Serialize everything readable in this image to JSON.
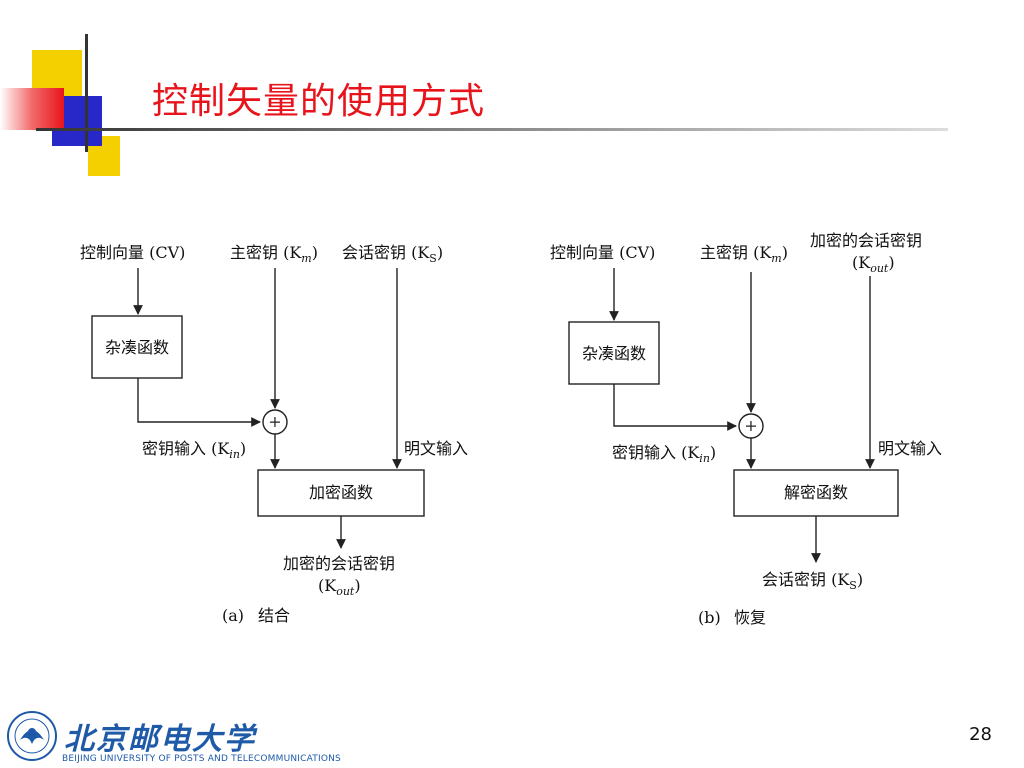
{
  "slide": {
    "title": "控制矢量的使用方式",
    "page_number": "28"
  },
  "diagram_a": {
    "inputs": {
      "cv": "控制向量 (CV)",
      "km": "主密钥 (K",
      "km_sub": "m",
      "ks": "会话密钥 (K",
      "ks_sub": "S"
    },
    "hash_box": "杂凑函数",
    "key_input": "密钥输入 (K",
    "key_input_sub": "in",
    "plaintext_input": "明文输入",
    "func_box": "加密函数",
    "output_line1": "加密的会话密钥",
    "output_line2": "(K",
    "output_sub": "out",
    "caption_tag": "(a)",
    "caption": "结合"
  },
  "diagram_b": {
    "inputs": {
      "cv": "控制向量 (CV)",
      "km": "主密钥 (K",
      "km_sub": "m",
      "enc_key_line1": "加密的会话密钥",
      "enc_key_line2": "(K",
      "enc_key_sub": "out"
    },
    "hash_box": "杂凑函数",
    "key_input": "密钥输入 (K",
    "key_input_sub": "in",
    "plaintext_input": "明文输入",
    "func_box": "解密函数",
    "output": "会话密钥 (K",
    "output_sub": "S",
    "caption_tag": "(b)",
    "caption": "恢复"
  },
  "footer": {
    "university_cn": "北京邮电大学",
    "university_en": "BEIJING UNIVERSITY OF POSTS AND TELECOMMUNICATIONS"
  },
  "colors": {
    "title": "#e8141c",
    "deco_yellow": "#f5d000",
    "deco_blue": "#2828c8",
    "deco_red": "#e8141c",
    "logo_blue": "#1e5aa8"
  }
}
